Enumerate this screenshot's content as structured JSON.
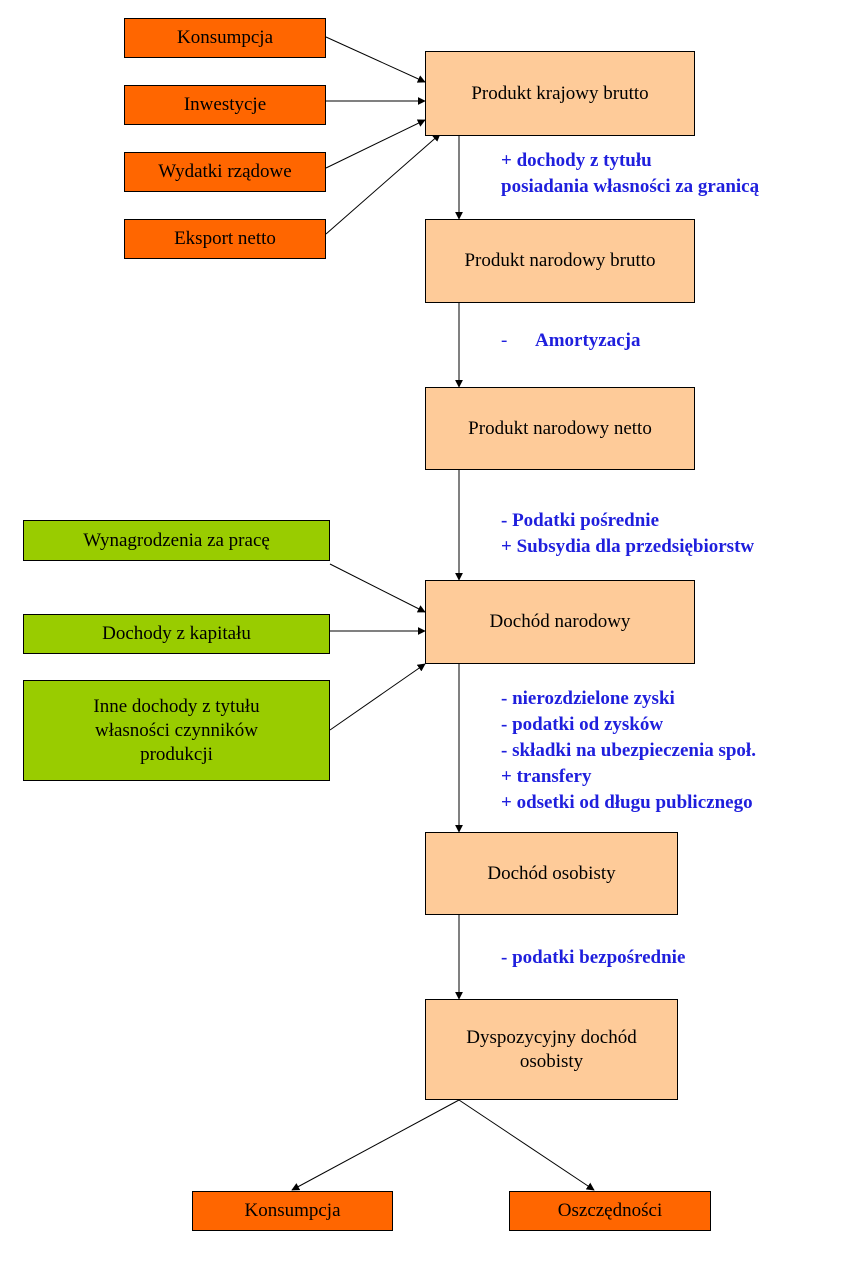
{
  "colors": {
    "source_box": "#ff6600",
    "main_box": "#fecb99",
    "income_box": "#99cc00",
    "note_text": "#1f1fdd",
    "arrow": "#000000"
  },
  "inputs": {
    "konsumpcja": "Konsumpcja",
    "inwestycje": "Inwestycje",
    "wydatki": "Wydatki rządowe",
    "eksport": "Eksport netto"
  },
  "main": {
    "pkb": "Produkt krajowy brutto",
    "pnb": "Produkt narodowy brutto",
    "pnn": "Produkt narodowy netto",
    "dn": "Dochód narodowy",
    "do": "Dochód osobisty",
    "ddo_line1": "Dyspozycyjny dochód",
    "ddo_line2": "osobisty"
  },
  "income": {
    "wynagrodzenia": "Wynagrodzenia za pracę",
    "kapital": "Dochody z kapitału",
    "inne_line1": "Inne dochody z tytułu",
    "inne_line2": "własności czynników",
    "inne_line3": "produkcji"
  },
  "outputs": {
    "konsumpcja": "Konsumpcja",
    "oszczednosci": "Oszczędności"
  },
  "notes": {
    "n1": [
      "+ dochody z tytułu",
      "posiadania własności za granicą"
    ],
    "n2_dash": "-",
    "n2_text": "Amortyzacja",
    "n3": [
      "- Podatki pośrednie",
      "+ Subsydia dla przedsiębiorstw"
    ],
    "n4": [
      "- nierozdzielone zyski",
      "- podatki od zysków",
      "- składki na ubezpieczenia społ.",
      "+ transfery",
      "+ odsetki od długu publicznego"
    ],
    "n5": [
      "- podatki bezpośrednie"
    ]
  }
}
